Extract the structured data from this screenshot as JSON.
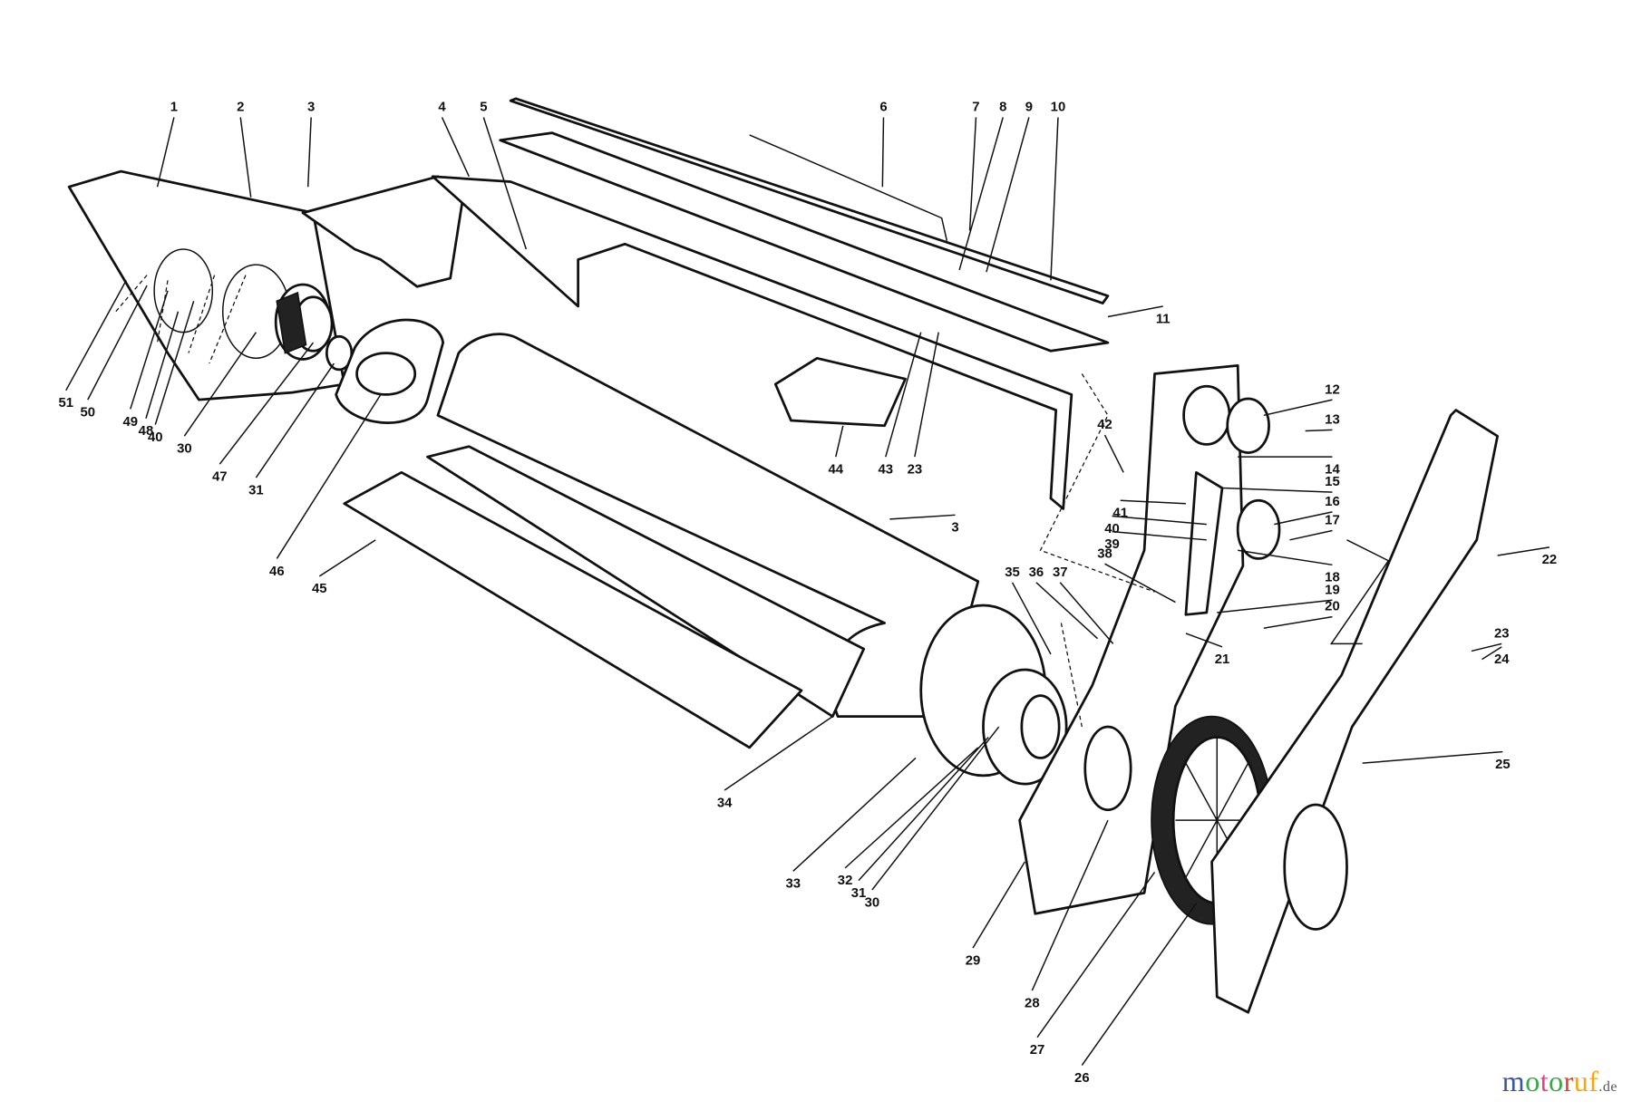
{
  "diagram": {
    "type": "exploded parts diagram",
    "callouts": [
      "1",
      "2",
      "3",
      "4",
      "5",
      "6",
      "7",
      "8",
      "9",
      "10",
      "11",
      "12",
      "13",
      "14",
      "15",
      "16",
      "17",
      "18",
      "19",
      "20",
      "21",
      "22",
      "23",
      "24",
      "25",
      "26",
      "27",
      "28",
      "29",
      "30",
      "31",
      "32",
      "33",
      "34",
      "35",
      "36",
      "37",
      "38",
      "39",
      "40",
      "41",
      "42",
      "43",
      "23",
      "44",
      "45",
      "46",
      "3",
      "47",
      "31",
      "30",
      "40",
      "48",
      "49",
      "50",
      "51"
    ]
  },
  "watermark": {
    "text": "motoruf",
    "tld": ".de",
    "colors": [
      "#3a55a4",
      "#3aa648",
      "#e0457b",
      "#3aa648",
      "#e2402a",
      "#f0a818",
      "#f0a818"
    ]
  }
}
